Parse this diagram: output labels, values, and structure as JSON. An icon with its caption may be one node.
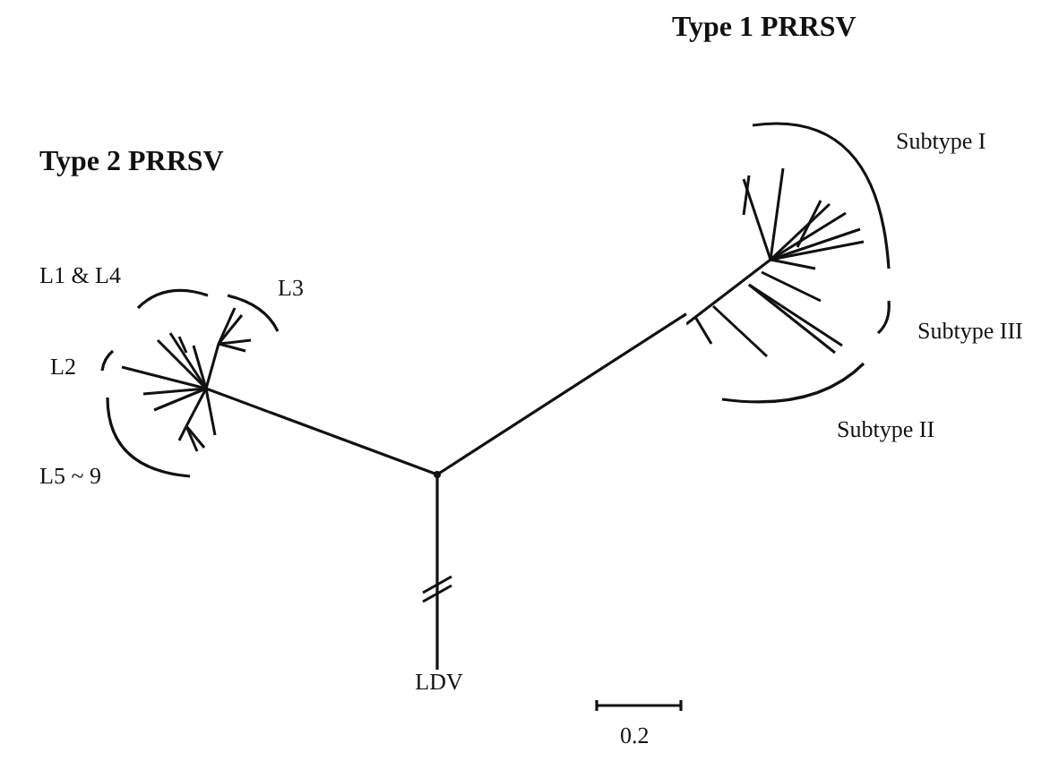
{
  "diagram": {
    "nodes": [
      {
        "text": [],
        "shape": "dot"
      },
      {
        "text": [],
        "shape": "picture"
      },
      {
        "text": [],
        "shape": "picture"
      },
      {
        "text": [
          "LDV"
        ]
      }
    ],
    "edges": [
      {
        "from": 0,
        "to": 1,
        "arrow": "none"
      },
      {
        "from": 0,
        "to": 2,
        "arrow": "none"
      },
      {
        "from": 0,
        "to": 3,
        "arrow": "none"
      }
    ],
    "labels": [
      "Type 1 PRRSV",
      "Type 2 PRRSV",
      "Subtype I",
      "L1 & L4",
      "L3",
      "Subtype III",
      "L2",
      "Subtype II",
      "L5 ~ 9",
      "0.2"
    ]
  }
}
